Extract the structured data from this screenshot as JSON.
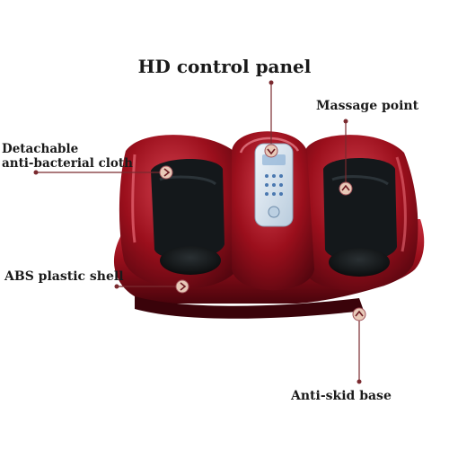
{
  "title": "HD control panel",
  "callouts": {
    "massage_point": "Massage point",
    "detachable_line1": "Detachable",
    "detachable_line2": "anti-bacterial cloth",
    "abs_shell": "ABS plastic shell",
    "anti_skid": "Anti-skid base"
  },
  "colors": {
    "shell": "#9b0f1c",
    "shell_dark": "#5a0610",
    "shell_highlight": "#d8404e",
    "lining": "#14181b",
    "panel": "#dde8f2",
    "leader": "#7a2a2f",
    "badge": "#e8c9b8"
  },
  "icons": [
    "arrow-badge-icon",
    "leader-dot-icon"
  ]
}
